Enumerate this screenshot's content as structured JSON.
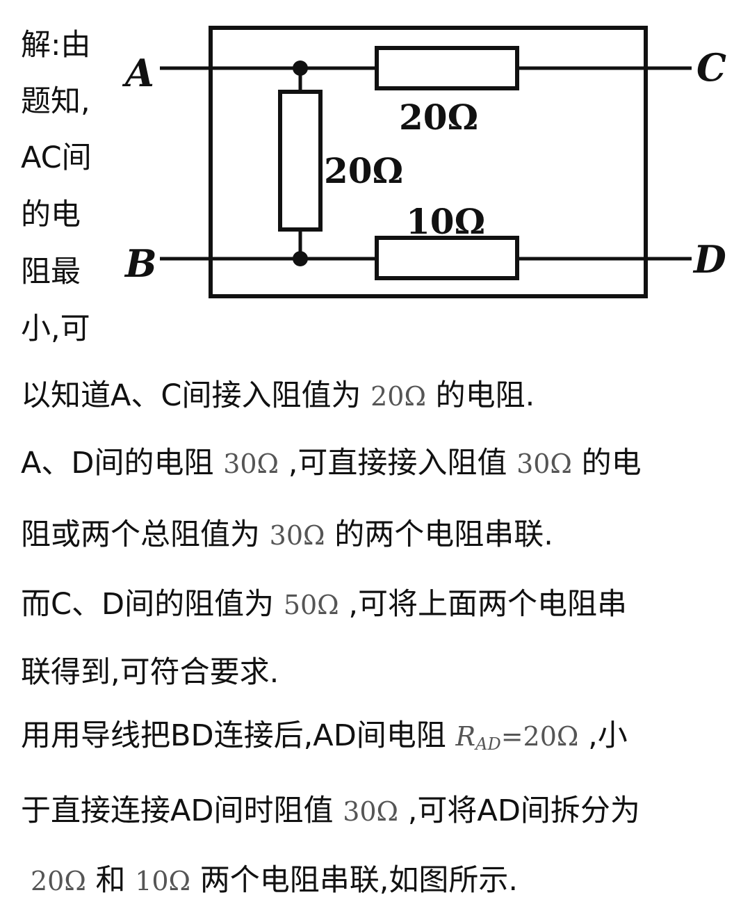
{
  "solution": {
    "side_lines": [
      "解:由",
      "题知,",
      "AC间",
      "的电",
      "阻最",
      "小,可"
    ],
    "line1": {
      "a": "以知道A、C间接入阻值为",
      "m1": "20Ω",
      "b": "的电阻."
    },
    "line2": {
      "a": "A、D间的电阻",
      "m1": "30Ω",
      "b": ",可直接接入阻值",
      "m2": "30Ω",
      "c": "的电"
    },
    "line3": {
      "a": "阻或两个总阻值为",
      "m1": "30Ω",
      "b": "的两个电阻串联."
    },
    "line4": {
      "a": "而C、D间的阻值为",
      "m1": "50Ω",
      "b": ",可将上面两个电阻串"
    },
    "line5": {
      "a": "联得到,可符合要求."
    },
    "line6": {
      "a": "用用导线把BD连接后,AD间电阻",
      "m_r": "R",
      "m_sub": "AD",
      "m_val": "=20Ω",
      "b": ",小"
    },
    "line7": {
      "a": "于直接连接AD间时阻值",
      "m1": "30Ω",
      "b": ",可将AD间拆分为"
    },
    "line8": {
      "m1": "20Ω",
      "a": "和",
      "m2": "10Ω",
      "b": "两个电阻串联,如图所示."
    }
  },
  "circuit": {
    "terminals": {
      "a": "A",
      "b": "B",
      "c": "C",
      "d": "D"
    },
    "resistors": {
      "top": "20Ω",
      "middle": "20Ω",
      "bottom": "10Ω"
    }
  }
}
